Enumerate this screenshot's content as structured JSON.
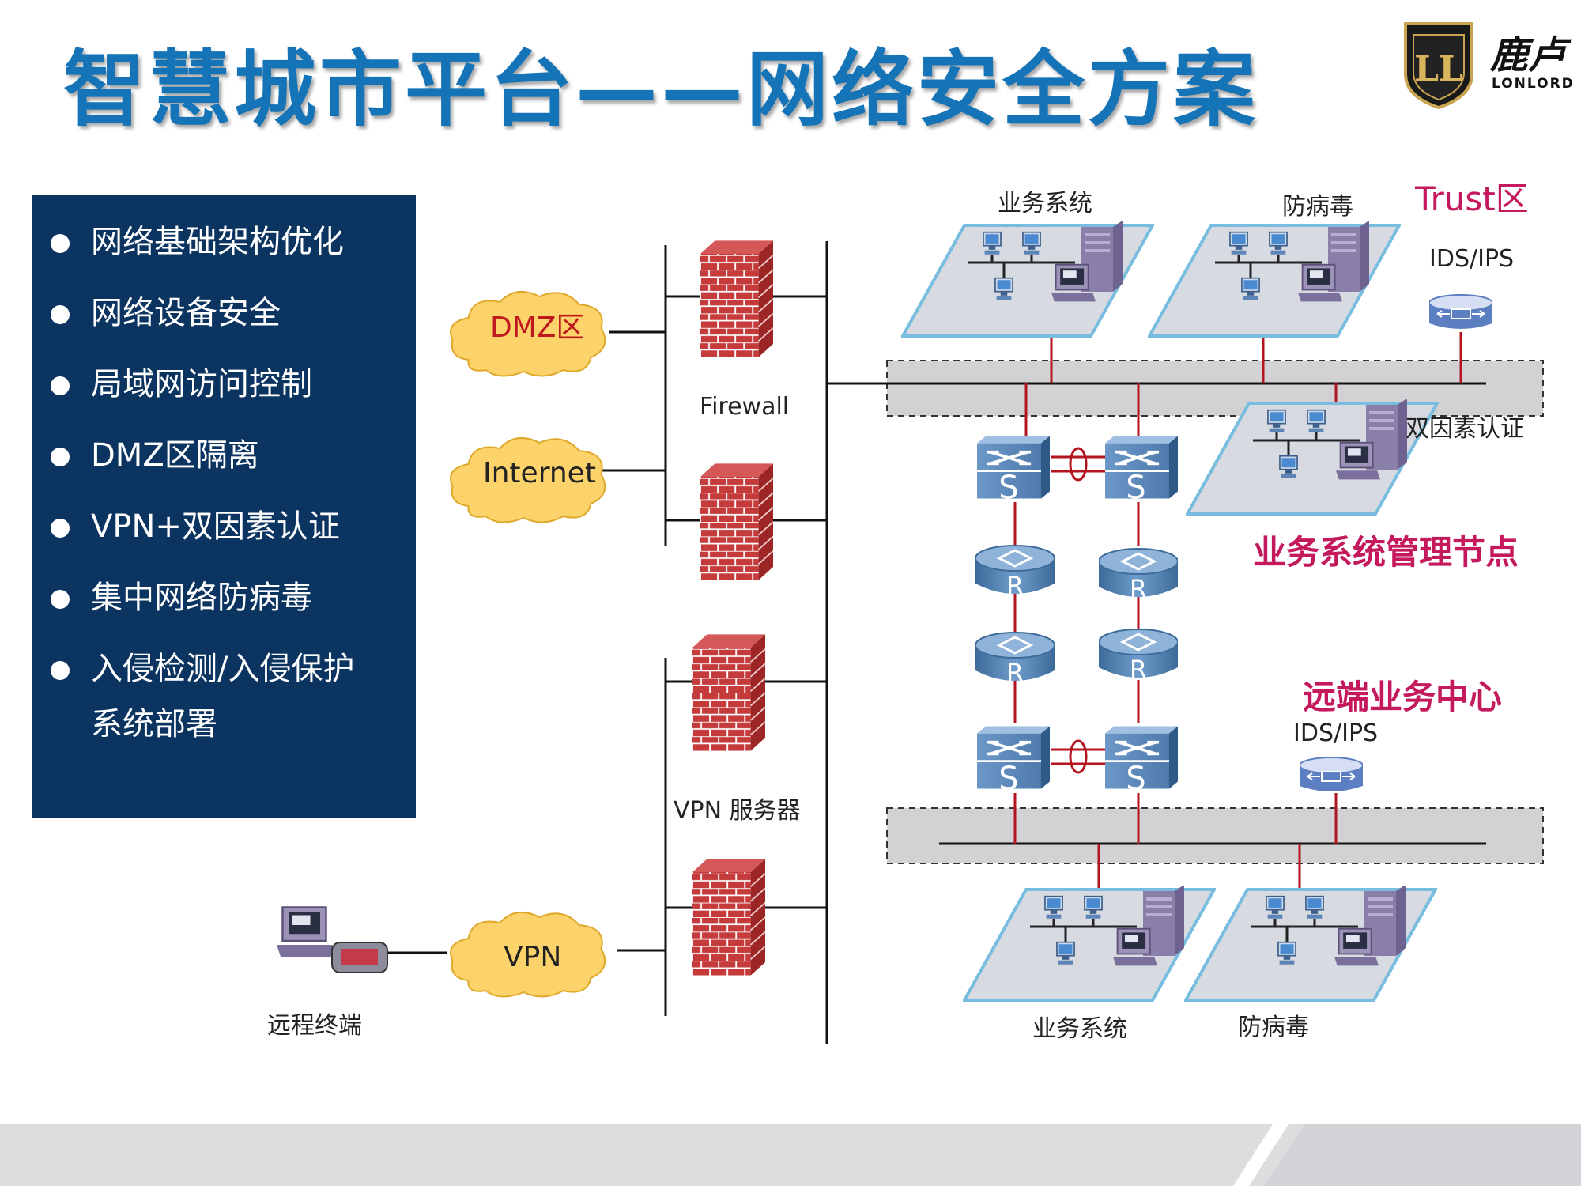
{
  "title": "智慧城市平台——网络安全方案",
  "brand": {
    "name_cn": "鹿卢",
    "name_en": "LONLORD",
    "monogram": "LL"
  },
  "bullets": [
    "网络基础架构优化",
    "网络设备安全",
    "局域网访问控制",
    "DMZ区隔离",
    "VPN+双因素认证",
    "集中网络防病毒",
    "入侵检测/入侵保护"
  ],
  "bullet_continuation": "系统部署",
  "diagram": {
    "clouds": {
      "dmz": "DMZ区",
      "internet": "Internet",
      "vpn": "VPN"
    },
    "labels": {
      "firewall": "Firewall",
      "vpn_server": "VPN 服务器",
      "remote_terminal": "远程终端",
      "business_system_top": "业务系统",
      "antivirus_top": "防病毒",
      "trust_zone": "Trust区",
      "ids_ips_top": "IDS/IPS",
      "two_factor": "双因素认证",
      "mgmt_node": "业务系统管理节点",
      "remote_center": "远端业务中心",
      "ids_ips_bottom": "IDS/IPS",
      "business_system_bottom": "业务系统",
      "antivirus_bottom": "防病毒",
      "switch_letter": "S",
      "router_letter": "R"
    },
    "colors": {
      "title": "#1574b8",
      "panel": "#0b3461",
      "accent_red": "#c4195c",
      "dmz_text": "#c0181f",
      "firewall_brick": "#c53a3a",
      "cloud": "#fbd36a",
      "device_blue": "#4f7fb2"
    }
  }
}
